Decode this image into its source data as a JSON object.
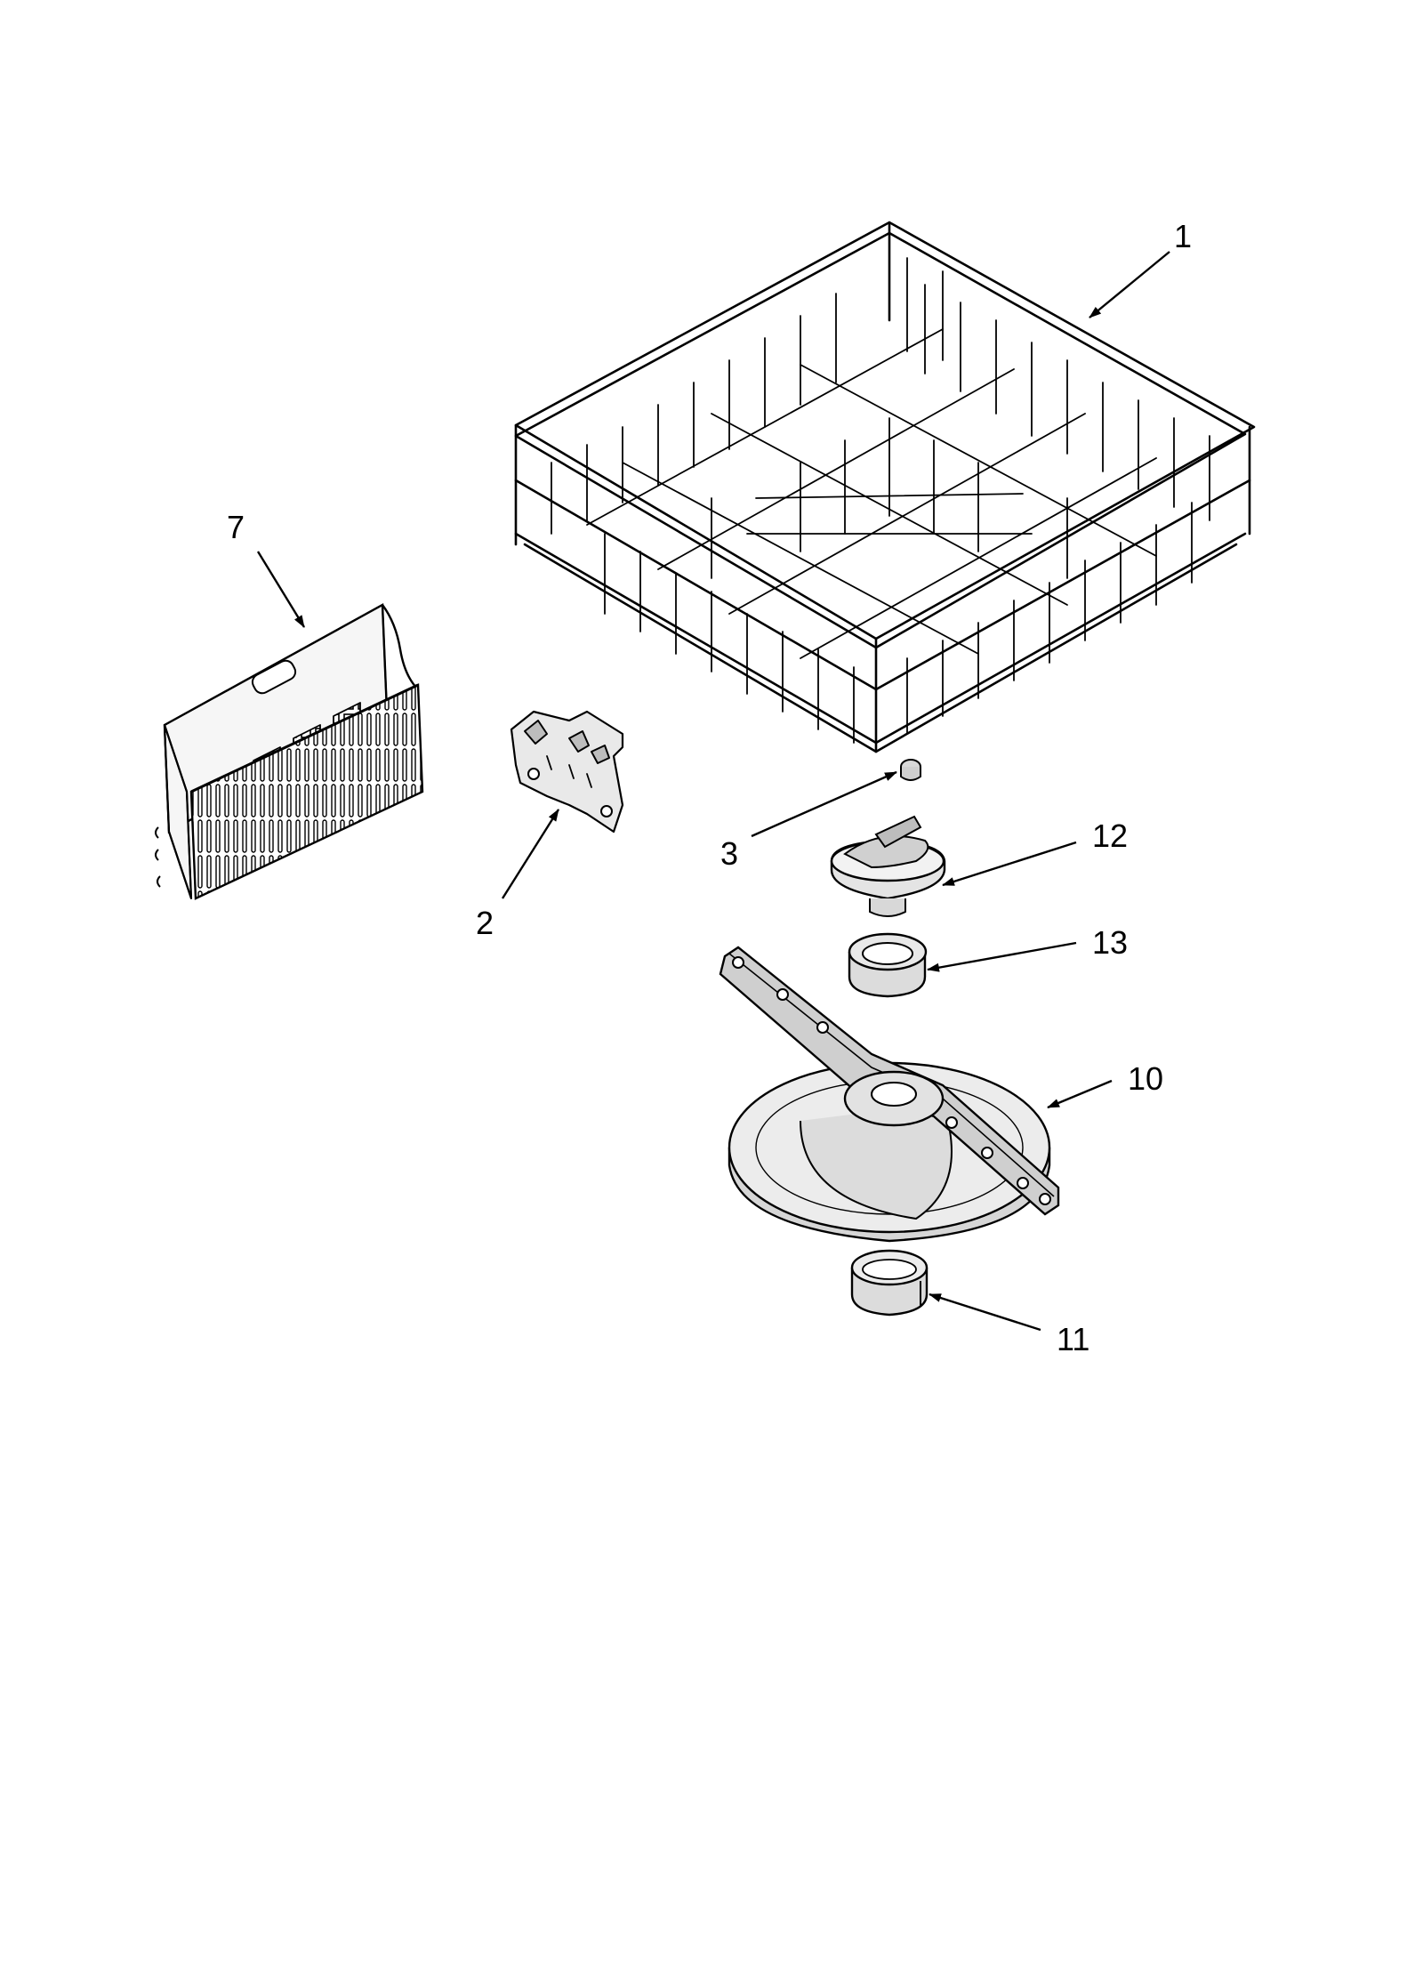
{
  "callouts": [
    {
      "id": "1",
      "label": "1"
    },
    {
      "id": "7",
      "label": "7"
    },
    {
      "id": "2",
      "label": "2"
    },
    {
      "id": "3",
      "label": "3"
    },
    {
      "id": "12",
      "label": "12"
    },
    {
      "id": "13",
      "label": "13"
    },
    {
      "id": "10",
      "label": "10"
    },
    {
      "id": "11",
      "label": "11"
    }
  ]
}
